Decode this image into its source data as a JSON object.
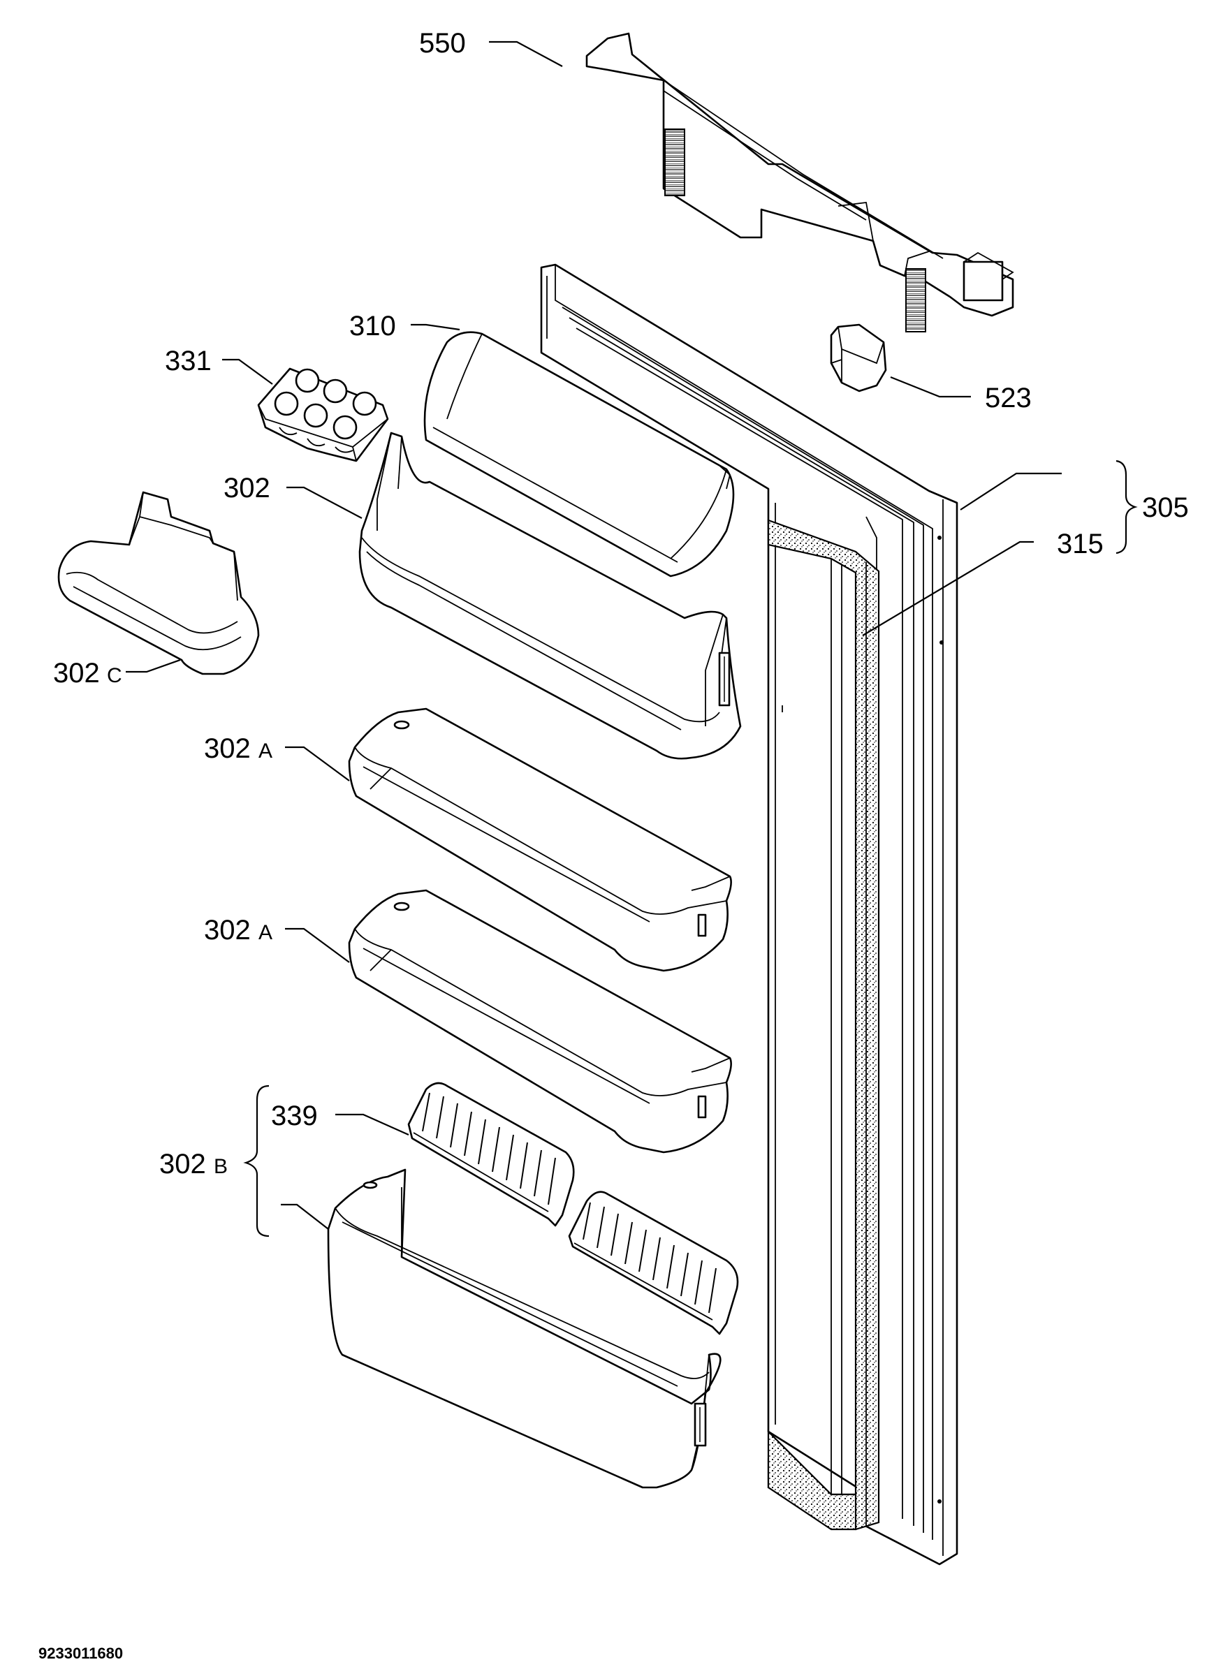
{
  "diagram": {
    "labels": {
      "p550": "550",
      "p310": "310",
      "p331": "331",
      "p523": "523",
      "p302": "302",
      "p305": "305",
      "p315": "315",
      "p302c_num": "302",
      "p302c_suffix": "C",
      "p302a1_num": "302",
      "p302a1_suffix": "A",
      "p302a2_num": "302",
      "p302a2_suffix": "A",
      "p339": "339",
      "p302b_num": "302",
      "p302b_suffix": "B"
    },
    "document_number": "9233011680"
  }
}
